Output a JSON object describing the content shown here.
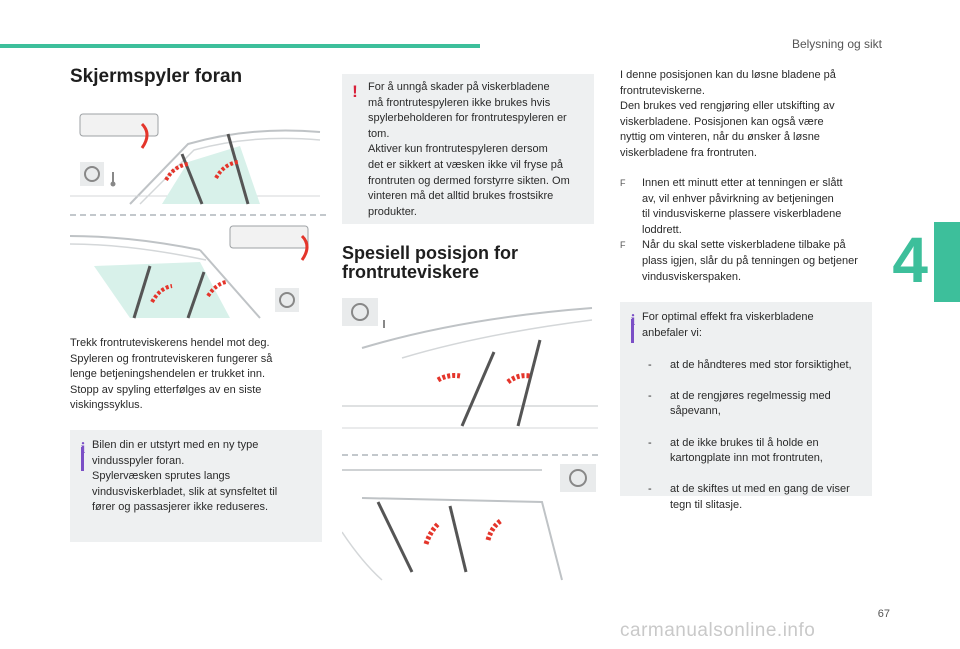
{
  "header": {
    "title": "Belysning og sikt",
    "chapter_number": "4",
    "page_number": "67"
  },
  "watermark": "carmanualsonline.info",
  "section1": {
    "title": "Skjermspyler foran",
    "body": "Trekk frontruteviskerens hendel mot deg.\nSpyleren og frontruteviskeren fungerer så\nlenge betjeningshendelen er trukket inn.\nStopp av spyling etterfølges av en siste\nviskingssyklus.",
    "info_box": "Bilen din er utstyrt med en ny type\nvindusspyler foran.\nSpylervæsken sprutes langs\nvindusviskerbladet, slik at synsfeltet til\nfører og passasjerer ikke reduseres.",
    "warning_box": "For å unngå skader på viskerbladene\nmå frontrutespyleren ikke brukes hvis\nspylerbeholderen for frontrutespyleren er\ntom.\nAktiver kun frontrutespyleren dersom\ndet er sikkert at væsken ikke vil fryse på\nfrontruten og dermed forstyrre sikten. Om\nvinteren må det alltid brukes frostsikre\nprodukter."
  },
  "section2": {
    "title": "Spesiell posisjon for\nfrontruteviskere",
    "intro": "I denne posisjonen kan du løsne bladene på\nfrontruteviskerne.\nDen brukes ved rengjøring eller utskifting av\nviskerbladene. Posisjonen kan også være\nnyttig om vinteren, når du ønsker å løsne\nviskerbladene fra frontruten.",
    "bullet_symbol": "F",
    "bullets": [
      "Innen ett minutt etter at tenningen er slått\nav, vil enhver påvirkning av betjeningen\ntil vindusviskerne plassere viskerbladene\nloddrett.",
      "Når du skal sette viskerbladene tilbake på\nplass igjen, slår du på tenningen og betjener\nvindusviskerspaken."
    ],
    "tip_intro": "For optimal effekt fra viskerbladene\nanbefaler vi:",
    "tips": [
      "at de håndteres med stor forsiktighet,",
      "at de rengjøres regelmessig med\nsåpevann,",
      "at de ikke brukes til å holde en\nkartongplate inn mot frontruten,",
      "at de skiftes ut med en gang de viser\ntegn til slitasje."
    ]
  },
  "colors": {
    "accent": "#3dbf9b",
    "warning": "#d8213a",
    "info": "#7b4fc6",
    "box_bg": "#eef0f1",
    "arrow_red": "#e4352b"
  },
  "icons": [
    "wiper-stalk-icon",
    "steering-wheel-icon",
    "ignition-icon",
    "spray-arrow-icon",
    "warning-icon",
    "info-icon",
    "bullet-arrow-icon"
  ]
}
